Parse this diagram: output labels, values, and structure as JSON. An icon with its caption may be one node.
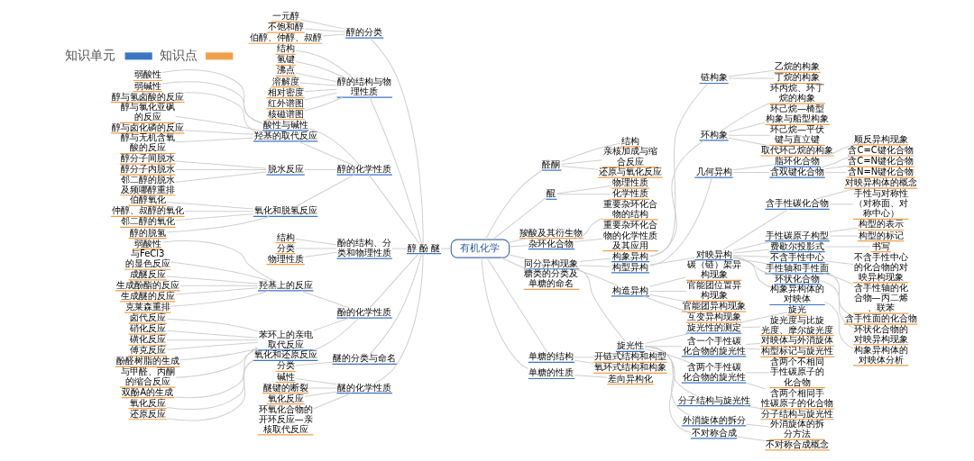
{
  "diagram": {
    "nodes": [
      {
        "text": [
          "有机化学"
        ]
      },
      {
        "text": [
          "醇 酚 醚"
        ]
      },
      {
        "text": [
          "醇的分类"
        ]
      },
      {
        "text": [
          "一元醇"
        ]
      },
      {
        "text": [
          "不饱和醇"
        ]
      },
      {
        "text": [
          "伯醇、仲醇、叔醇"
        ]
      },
      {
        "text": [
          "醇的结构与物理性质"
        ]
      },
      {
        "text": [
          "结构"
        ]
      },
      {
        "text": [
          "氢键"
        ]
      },
      {
        "text": [
          "沸点"
        ]
      },
      {
        "text": [
          "溶解度"
        ]
      },
      {
        "text": [
          "相对密度"
        ]
      },
      {
        "text": [
          "红外谱图"
        ]
      },
      {
        "text": [
          "核磁谱图"
        ]
      },
      {
        "text": [
          "醇的化学性质"
        ]
      },
      {
        "text": [
          "酸性与碱性"
        ]
      },
      {
        "text": [
          "弱酸性"
        ]
      },
      {
        "text": [
          "弱碱性"
        ]
      },
      {
        "text": [
          "羟基的取代反应"
        ]
      },
      {
        "text": [
          "醇与氢卤酸的反应"
        ]
      },
      {
        "text": [
          "醇与氯化亚砜的反应"
        ]
      },
      {
        "text": [
          "醇与卤化磷的反应"
        ]
      },
      {
        "text": [
          "醇与无机含氧酸的反应"
        ]
      },
      {
        "text": [
          "脱水反应"
        ]
      },
      {
        "text": [
          "醇分子间脱水"
        ]
      },
      {
        "text": [
          "醇分子内脱水"
        ]
      },
      {
        "text": [
          "邻二醇的脱水及频哪醇重排"
        ]
      },
      {
        "text": [
          "氧化和脱氢反应"
        ]
      },
      {
        "text": [
          "伯醇氧化"
        ]
      },
      {
        "text": [
          "仲醇、叔醇的氧化"
        ]
      },
      {
        "text": [
          "邻二醇的氧化"
        ]
      },
      {
        "text": [
          "醇的脱氢"
        ]
      },
      {
        "text": [
          "酚的结构、分类和物理性质"
        ]
      },
      {
        "text": [
          "结构"
        ]
      },
      {
        "text": [
          "分类"
        ]
      },
      {
        "text": [
          "物理性质"
        ]
      },
      {
        "text": [
          "酚的化学性质"
        ]
      },
      {
        "text": [
          "羟基上的反应"
        ]
      },
      {
        "text": [
          "弱酸性"
        ]
      },
      {
        "text": [
          "与FeCl3的显色反应"
        ]
      },
      {
        "text": [
          "成醚反应"
        ]
      },
      {
        "text": [
          "生成酚酯的反应"
        ]
      },
      {
        "text": [
          "生成醚的反应"
        ]
      },
      {
        "text": [
          "克莱森重排"
        ]
      },
      {
        "text": [
          "苯环上的亲电取代反应"
        ]
      },
      {
        "text": [
          "卤代反应"
        ]
      },
      {
        "text": [
          "硝化反应"
        ]
      },
      {
        "text": [
          "磺化反应"
        ]
      },
      {
        "text": [
          "傅克反应"
        ]
      },
      {
        "text": [
          "酚醛树脂的生成"
        ]
      },
      {
        "text": [
          "与甲醛、丙酮的缩合反应"
        ]
      },
      {
        "text": [
          "双酚A的生成"
        ]
      },
      {
        "text": [
          "氧化和还原反应"
        ]
      },
      {
        "text": [
          "氧化反应"
        ]
      },
      {
        "text": [
          "还原反应"
        ]
      },
      {
        "text": [
          "醚的分类与命名"
        ]
      },
      {
        "text": [
          "分类"
        ]
      },
      {
        "text": [
          "醚的化学性质"
        ]
      },
      {
        "text": [
          "碱性"
        ]
      },
      {
        "text": [
          "醚键的断裂"
        ]
      },
      {
        "text": [
          "氧化反应"
        ]
      },
      {
        "text": [
          "环氧化合物的开环反应—亲核取代反应"
        ]
      },
      {
        "text": [
          "醛酮"
        ]
      },
      {
        "text": [
          "结构"
        ]
      },
      {
        "text": [
          "亲核加成与缩合反应"
        ]
      },
      {
        "text": [
          "还原与氧化反应"
        ]
      },
      {
        "text": [
          "醌"
        ]
      },
      {
        "text": [
          "物理性质"
        ]
      },
      {
        "text": [
          "化学性质"
        ]
      },
      {
        "text": [
          "羧酸及其衍生物"
        ]
      },
      {
        "text": [
          "杂环化合物"
        ]
      },
      {
        "text": [
          "重要杂环化合物的结构"
        ]
      },
      {
        "text": [
          "重要杂环化合物的化学性质及其应用"
        ]
      },
      {
        "text": [
          "同分异构现象"
        ]
      },
      {
        "text": [
          "构象异构"
        ]
      },
      {
        "text": [
          "链构象"
        ]
      },
      {
        "text": [
          "乙烷的构象"
        ]
      },
      {
        "text": [
          "丁烷的构象"
        ]
      },
      {
        "text": [
          "环构象"
        ]
      },
      {
        "text": [
          "环丙烷、环丁烷的构象"
        ]
      },
      {
        "text": [
          "环己烷—椅型构象与船型构象"
        ]
      },
      {
        "text": [
          "环己烷—平伏键与直立键"
        ]
      },
      {
        "text": [
          "取代环己烷的构象"
        ]
      },
      {
        "text": [
          "构型异构"
        ]
      },
      {
        "text": [
          "几何异构"
        ]
      },
      {
        "text": [
          "脂环化合物"
        ]
      },
      {
        "text": [
          "顺反异构现象"
        ]
      },
      {
        "text": [
          "含双键化合物"
        ]
      },
      {
        "text": [
          "含C=C键化合物"
        ]
      },
      {
        "text": [
          "含C=N键化合物"
        ]
      },
      {
        "text": [
          "含N=N键化合物"
        ]
      },
      {
        "text": [
          "对映异构"
        ]
      },
      {
        "text": [
          "含手性碳化合物"
        ]
      },
      {
        "text": [
          "对映异构体的概念"
        ]
      },
      {
        "text": [
          "手性与对称性（对称面、对称中心）"
        ]
      },
      {
        "text": [
          "手性碳原子构型"
        ]
      },
      {
        "text": [
          "构型的表示"
        ]
      },
      {
        "text": [
          "构型的标记"
        ]
      },
      {
        "text": [
          "费歇尔投影式"
        ]
      },
      {
        "text": [
          "书写"
        ]
      },
      {
        "text": [
          "不含手性中心"
        ]
      },
      {
        "text": [
          "不含手性中心的化合物的对映异构现象"
        ]
      },
      {
        "text": [
          "手性轴和手性面"
        ]
      },
      {
        "text": [
          "含手性轴的化合物—丙二烯、联苯"
        ]
      },
      {
        "text": [
          "含手性面的化合物"
        ]
      },
      {
        "text": [
          "环状化合物"
        ]
      },
      {
        "text": [
          "环状化合物的对映异构现象"
        ]
      },
      {
        "text": [
          "构象异构体的对映体"
        ]
      },
      {
        "text": [
          "构象异构体的对映体分析"
        ]
      },
      {
        "text": [
          "构造异构"
        ]
      },
      {
        "text": [
          "碳（链）架异构现象"
        ]
      },
      {
        "text": [
          "官能团位置异构现象"
        ]
      },
      {
        "text": [
          "官能团异构现象"
        ]
      },
      {
        "text": [
          "互变异构现象"
        ]
      },
      {
        "text": [
          "旋光性"
        ]
      },
      {
        "text": [
          "旋光性的测定"
        ]
      },
      {
        "text": [
          "旋光"
        ]
      },
      {
        "text": [
          "旋光度与比旋光度、摩尔旋光度"
        ]
      },
      {
        "text": [
          "含一个手性碳化合物的旋光性"
        ]
      },
      {
        "text": [
          "对映体与外消旋体"
        ]
      },
      {
        "text": [
          "构型标记与旋光性"
        ]
      },
      {
        "text": [
          "含两个手性碳化合物的旋光性"
        ]
      },
      {
        "text": [
          "含两个不相同手性碳原子的化合物"
        ]
      },
      {
        "text": [
          "含两个相同手性碳原子的化合物"
        ]
      },
      {
        "text": [
          "分子结构与旋光性"
        ]
      },
      {
        "text": [
          "分子结构与旋光性"
        ]
      },
      {
        "text": [
          "外消旋体的拆分"
        ]
      },
      {
        "text": [
          "外消旋体的拆分方法"
        ]
      },
      {
        "text": [
          "不对称合成"
        ]
      },
      {
        "text": [
          "不对称合成概念"
        ]
      },
      {
        "text": [
          "糖类的分类及单糖的命名"
        ]
      },
      {
        "text": [
          "单糖的结构"
        ]
      },
      {
        "text": [
          "开链式结构和构型"
        ]
      },
      {
        "text": [
          "氧环式结构和构象"
        ]
      },
      {
        "text": [
          "单糖的性质"
        ]
      },
      {
        "text": [
          "差向异构化"
        ]
      }
    ],
    "edges": [
      {
        "from": 0,
        "to": 1,
        "arrow": "none"
      },
      {
        "from": 1,
        "to": 2,
        "arrow": "none"
      },
      {
        "from": 2,
        "to": 3,
        "arrow": "none"
      },
      {
        "from": 2,
        "to": 4,
        "arrow": "none"
      },
      {
        "from": 2,
        "to": 5,
        "arrow": "none"
      },
      {
        "from": 1,
        "to": 6,
        "arrow": "none"
      },
      {
        "from": 6,
        "to": 7,
        "arrow": "none"
      },
      {
        "from": 6,
        "to": 8,
        "arrow": "none"
      },
      {
        "from": 6,
        "to": 9,
        "arrow": "none"
      },
      {
        "from": 6,
        "to": 10,
        "arrow": "none"
      },
      {
        "from": 6,
        "to": 11,
        "arrow": "none"
      },
      {
        "from": 6,
        "to": 12,
        "arrow": "none"
      },
      {
        "from": 6,
        "to": 13,
        "arrow": "none"
      },
      {
        "from": 1,
        "to": 14,
        "arrow": "none"
      },
      {
        "from": 14,
        "to": 15,
        "arrow": "none"
      },
      {
        "from": 15,
        "to": 16,
        "arrow": "none"
      },
      {
        "from": 15,
        "to": 17,
        "arrow": "none"
      },
      {
        "from": 14,
        "to": 18,
        "arrow": "none"
      },
      {
        "from": 18,
        "to": 19,
        "arrow": "none"
      },
      {
        "from": 18,
        "to": 20,
        "arrow": "none"
      },
      {
        "from": 18,
        "to": 21,
        "arrow": "none"
      },
      {
        "from": 18,
        "to": 22,
        "arrow": "none"
      },
      {
        "from": 14,
        "to": 23,
        "arrow": "none"
      },
      {
        "from": 23,
        "to": 24,
        "arrow": "none"
      },
      {
        "from": 23,
        "to": 25,
        "arrow": "none"
      },
      {
        "from": 23,
        "to": 26,
        "arrow": "none"
      },
      {
        "from": 14,
        "to": 27,
        "arrow": "none"
      },
      {
        "from": 27,
        "to": 28,
        "arrow": "none"
      },
      {
        "from": 27,
        "to": 29,
        "arrow": "none"
      },
      {
        "from": 27,
        "to": 30,
        "arrow": "none"
      },
      {
        "from": 27,
        "to": 31,
        "arrow": "none"
      },
      {
        "from": 1,
        "to": 32,
        "arrow": "none"
      },
      {
        "from": 32,
        "to": 33,
        "arrow": "none"
      },
      {
        "from": 32,
        "to": 34,
        "arrow": "none"
      },
      {
        "from": 32,
        "to": 35,
        "arrow": "none"
      },
      {
        "from": 1,
        "to": 36,
        "arrow": "none"
      },
      {
        "from": 36,
        "to": 37,
        "arrow": "none"
      },
      {
        "from": 37,
        "to": 38,
        "arrow": "none"
      },
      {
        "from": 37,
        "to": 39,
        "arrow": "none"
      },
      {
        "from": 37,
        "to": 40,
        "arrow": "none"
      },
      {
        "from": 37,
        "to": 41,
        "arrow": "none"
      },
      {
        "from": 37,
        "to": 42,
        "arrow": "none"
      },
      {
        "from": 37,
        "to": 43,
        "arrow": "none"
      },
      {
        "from": 36,
        "to": 44,
        "arrow": "none"
      },
      {
        "from": 44,
        "to": 45,
        "arrow": "none"
      },
      {
        "from": 44,
        "to": 46,
        "arrow": "none"
      },
      {
        "from": 44,
        "to": 47,
        "arrow": "none"
      },
      {
        "from": 44,
        "to": 48,
        "arrow": "none"
      },
      {
        "from": 44,
        "to": 49,
        "arrow": "none"
      },
      {
        "from": 44,
        "to": 50,
        "arrow": "none"
      },
      {
        "from": 44,
        "to": 51,
        "arrow": "none"
      },
      {
        "from": 36,
        "to": 52,
        "arrow": "none"
      },
      {
        "from": 52,
        "to": 53,
        "arrow": "none"
      },
      {
        "from": 52,
        "to": 54,
        "arrow": "none"
      },
      {
        "from": 1,
        "to": 55,
        "arrow": "none"
      },
      {
        "from": 55,
        "to": 56,
        "arrow": "none"
      },
      {
        "from": 1,
        "to": 57,
        "arrow": "none"
      },
      {
        "from": 57,
        "to": 58,
        "arrow": "none"
      },
      {
        "from": 57,
        "to": 59,
        "arrow": "none"
      },
      {
        "from": 57,
        "to": 60,
        "arrow": "none"
      },
      {
        "from": 57,
        "to": 61,
        "arrow": "none"
      },
      {
        "from": 0,
        "to": 62,
        "arrow": "none"
      },
      {
        "from": 62,
        "to": 63,
        "arrow": "none"
      },
      {
        "from": 62,
        "to": 64,
        "arrow": "none"
      },
      {
        "from": 62,
        "to": 65,
        "arrow": "none"
      },
      {
        "from": 0,
        "to": 66,
        "arrow": "none"
      },
      {
        "from": 66,
        "to": 67,
        "arrow": "none"
      },
      {
        "from": 66,
        "to": 68,
        "arrow": "none"
      },
      {
        "from": 0,
        "to": 69,
        "arrow": "none"
      },
      {
        "from": 0,
        "to": 70,
        "arrow": "none"
      },
      {
        "from": 70,
        "to": 71,
        "arrow": "none"
      },
      {
        "from": 70,
        "to": 72,
        "arrow": "none"
      },
      {
        "from": 0,
        "to": 73,
        "arrow": "none"
      },
      {
        "from": 73,
        "to": 74,
        "arrow": "none"
      },
      {
        "from": 74,
        "to": 75,
        "arrow": "none"
      },
      {
        "from": 75,
        "to": 76,
        "arrow": "none"
      },
      {
        "from": 75,
        "to": 77,
        "arrow": "none"
      },
      {
        "from": 74,
        "to": 78,
        "arrow": "none"
      },
      {
        "from": 78,
        "to": 79,
        "arrow": "none"
      },
      {
        "from": 78,
        "to": 80,
        "arrow": "none"
      },
      {
        "from": 78,
        "to": 81,
        "arrow": "none"
      },
      {
        "from": 78,
        "to": 82,
        "arrow": "none"
      },
      {
        "from": 73,
        "to": 83,
        "arrow": "none"
      },
      {
        "from": 83,
        "to": 84,
        "arrow": "none"
      },
      {
        "from": 84,
        "to": 85,
        "arrow": "none"
      },
      {
        "from": 85,
        "to": 86,
        "arrow": "none"
      },
      {
        "from": 84,
        "to": 87,
        "arrow": "none"
      },
      {
        "from": 87,
        "to": 88,
        "arrow": "none"
      },
      {
        "from": 87,
        "to": 89,
        "arrow": "none"
      },
      {
        "from": 87,
        "to": 90,
        "arrow": "none"
      },
      {
        "from": 83,
        "to": 91,
        "arrow": "none"
      },
      {
        "from": 91,
        "to": 92,
        "arrow": "none"
      },
      {
        "from": 92,
        "to": 93,
        "arrow": "none"
      },
      {
        "from": 92,
        "to": 94,
        "arrow": "none"
      },
      {
        "from": 91,
        "to": 95,
        "arrow": "none"
      },
      {
        "from": 95,
        "to": 96,
        "arrow": "none"
      },
      {
        "from": 95,
        "to": 97,
        "arrow": "none"
      },
      {
        "from": 91,
        "to": 98,
        "arrow": "none"
      },
      {
        "from": 98,
        "to": 99,
        "arrow": "none"
      },
      {
        "from": 91,
        "to": 100,
        "arrow": "none"
      },
      {
        "from": 100,
        "to": 101,
        "arrow": "none"
      },
      {
        "from": 91,
        "to": 102,
        "arrow": "none"
      },
      {
        "from": 102,
        "to": 103,
        "arrow": "none"
      },
      {
        "from": 102,
        "to": 104,
        "arrow": "none"
      },
      {
        "from": 91,
        "to": 105,
        "arrow": "none"
      },
      {
        "from": 105,
        "to": 106,
        "arrow": "none"
      },
      {
        "from": 91,
        "to": 107,
        "arrow": "none"
      },
      {
        "from": 107,
        "to": 108,
        "arrow": "none"
      },
      {
        "from": 73,
        "to": 109,
        "arrow": "none"
      },
      {
        "from": 109,
        "to": 110,
        "arrow": "none"
      },
      {
        "from": 109,
        "to": 111,
        "arrow": "none"
      },
      {
        "from": 109,
        "to": 112,
        "arrow": "none"
      },
      {
        "from": 109,
        "to": 113,
        "arrow": "none"
      },
      {
        "from": 73,
        "to": 114,
        "arrow": "none"
      },
      {
        "from": 114,
        "to": 115,
        "arrow": "none"
      },
      {
        "from": 115,
        "to": 116,
        "arrow": "none"
      },
      {
        "from": 115,
        "to": 117,
        "arrow": "none"
      },
      {
        "from": 114,
        "to": 118,
        "arrow": "none"
      },
      {
        "from": 118,
        "to": 119,
        "arrow": "none"
      },
      {
        "from": 118,
        "to": 120,
        "arrow": "none"
      },
      {
        "from": 114,
        "to": 121,
        "arrow": "none"
      },
      {
        "from": 121,
        "to": 122,
        "arrow": "none"
      },
      {
        "from": 121,
        "to": 123,
        "arrow": "none"
      },
      {
        "from": 114,
        "to": 124,
        "arrow": "none"
      },
      {
        "from": 124,
        "to": 125,
        "arrow": "none"
      },
      {
        "from": 114,
        "to": 126,
        "arrow": "none"
      },
      {
        "from": 126,
        "to": 127,
        "arrow": "none"
      },
      {
        "from": 114,
        "to": 128,
        "arrow": "none"
      },
      {
        "from": 128,
        "to": 129,
        "arrow": "none"
      },
      {
        "from": 0,
        "to": 130,
        "arrow": "none"
      },
      {
        "from": 0,
        "to": 131,
        "arrow": "none"
      },
      {
        "from": 131,
        "to": 132,
        "arrow": "none"
      },
      {
        "from": 131,
        "to": 133,
        "arrow": "none"
      },
      {
        "from": 0,
        "to": 134,
        "arrow": "none"
      },
      {
        "from": 134,
        "to": 135,
        "arrow": "none"
      }
    ],
    "legend": [
      {
        "text": "知识单元",
        "color": "#3a76c4"
      },
      {
        "text": "知识点",
        "color": "#f0a04b"
      }
    ]
  }
}
